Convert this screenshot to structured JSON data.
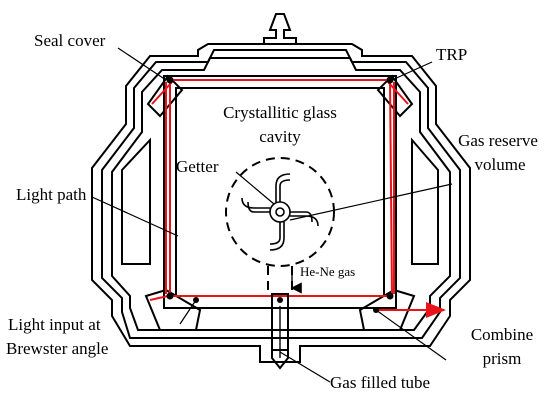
{
  "labels": {
    "seal_cover": "Seal cover",
    "trp": "TRP",
    "cavity_line1": "Crystallitic glass",
    "cavity_line2": "cavity",
    "gas_reserve_line1": "Gas reserve",
    "gas_reserve_line2": "volume",
    "getter": "Getter",
    "light_path": "Light path",
    "he_ne_gas": "He-Ne gas",
    "light_input_line1": "Light input at",
    "light_input_line2": "Brewster angle",
    "combine_line1": "Combine",
    "combine_line2": "prism",
    "gas_filled_tube": "Gas filled tube"
  },
  "colors": {
    "outline": "#000000",
    "beam": "#e8141a",
    "background": "#ffffff"
  }
}
